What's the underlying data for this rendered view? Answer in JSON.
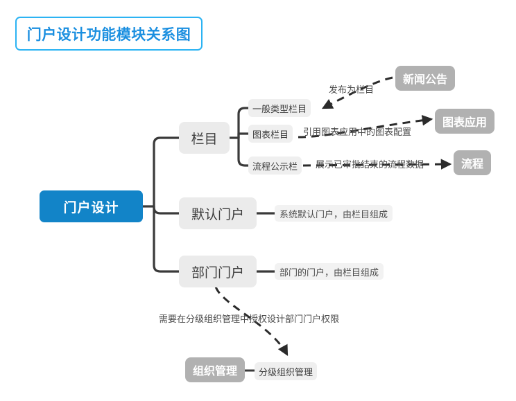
{
  "diagram": {
    "title": "门户设计功能模块关系图",
    "root": {
      "label": "门户设计"
    },
    "branches": [
      {
        "label": "栏目"
      },
      {
        "label": "默认门户"
      },
      {
        "label": "部门门户"
      }
    ],
    "column_children": [
      {
        "label": "一般类型栏目"
      },
      {
        "label": "图表栏目"
      },
      {
        "label": "流程公示栏"
      }
    ],
    "descriptions": [
      {
        "label": "系统默认门户，由栏目组成"
      },
      {
        "label": "部门的门户，由栏目组成"
      },
      {
        "label": "分级组织管理"
      }
    ],
    "entities": [
      {
        "label": "新闻公告"
      },
      {
        "label": "图表应用"
      },
      {
        "label": "流程"
      },
      {
        "label": "组织管理"
      }
    ],
    "edge_labels": [
      {
        "label": "发布为栏目"
      },
      {
        "label": "引用图表应用中的图表配置"
      },
      {
        "label": "展示已审批结束的流程数据"
      },
      {
        "label": "需要在分级组织管理中授权设计部门门户权限"
      }
    ],
    "colors": {
      "accent": "#1284c8",
      "title_border": "#2bb3f3",
      "title_text": "#1b8fe0",
      "node_gray": "#b1b1b1",
      "node_light": "#ebebeb",
      "connector": "#3a3a3a"
    }
  }
}
